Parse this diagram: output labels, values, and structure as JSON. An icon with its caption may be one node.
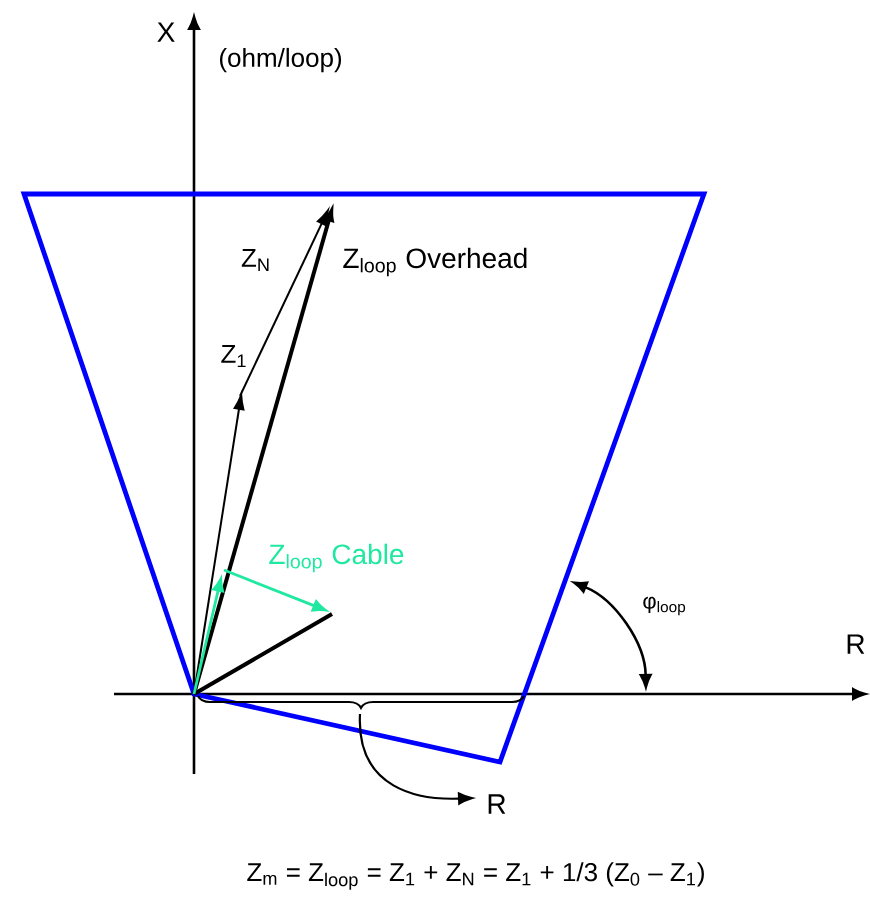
{
  "diagram": {
    "labels": [
      "X",
      "(ohm/loop)",
      "Z$_{N}$",
      "Z$_{loop}$ Overhead",
      "Z$_{1}$",
      "Z$_{loop}$ Cable",
      "φ$_{loop}$",
      "R",
      "R",
      "Z$_{m}$ = Z$_{loop}$ = Z$_{1}$ + Z$_{N}$ = Z$_{1}$ + 1/3 (Z$_{0}$ – Z$_{1}$)"
    ]
  }
}
